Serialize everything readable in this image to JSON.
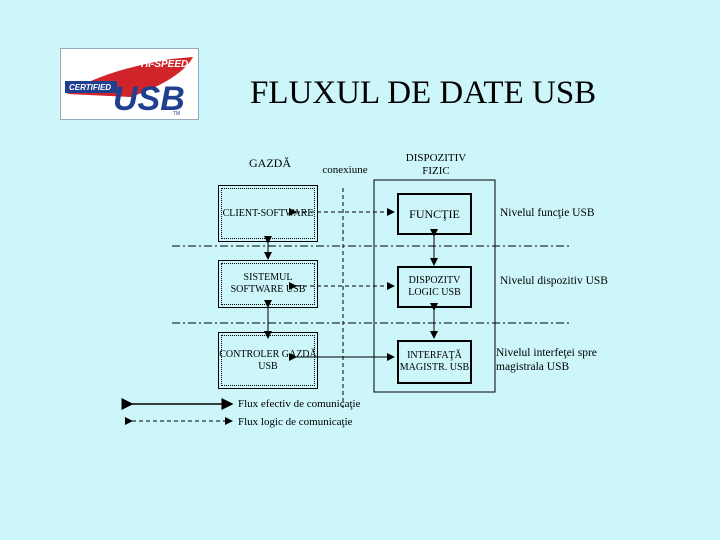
{
  "logo": {
    "banner": "HI-SPEED",
    "badge": "CERTIFIED",
    "mark": "USB",
    "tm": "TM"
  },
  "title": "FLUXUL DE DATE USB",
  "headers": {
    "host": "GAZDĂ",
    "connection": "conexiune",
    "device": "DISPOZITIV FIZIC"
  },
  "host_boxes": [
    "CLIENT-SOFTWARE",
    "SISTEMUL SOFTWARE USB",
    "CONTROLER GAZDĂ USB"
  ],
  "device_boxes": [
    "FUNCŢIE",
    "DISPOZITV LOGIC USB",
    "INTERFAŢĂ MAGISTR. USB"
  ],
  "levels": [
    "Nivelul funcţie USB",
    "Nivelul dispozitiv USB",
    "Nivelul interfeţei spre magistrala USB"
  ],
  "legend": {
    "actual": "Flux efectiv de comunicaţie",
    "logical": "Flux logic de comunicaţie"
  },
  "colors": {
    "background": "#cdf6fb",
    "logo_blue": "#1f3f8f",
    "logo_red": "#d0242a"
  }
}
